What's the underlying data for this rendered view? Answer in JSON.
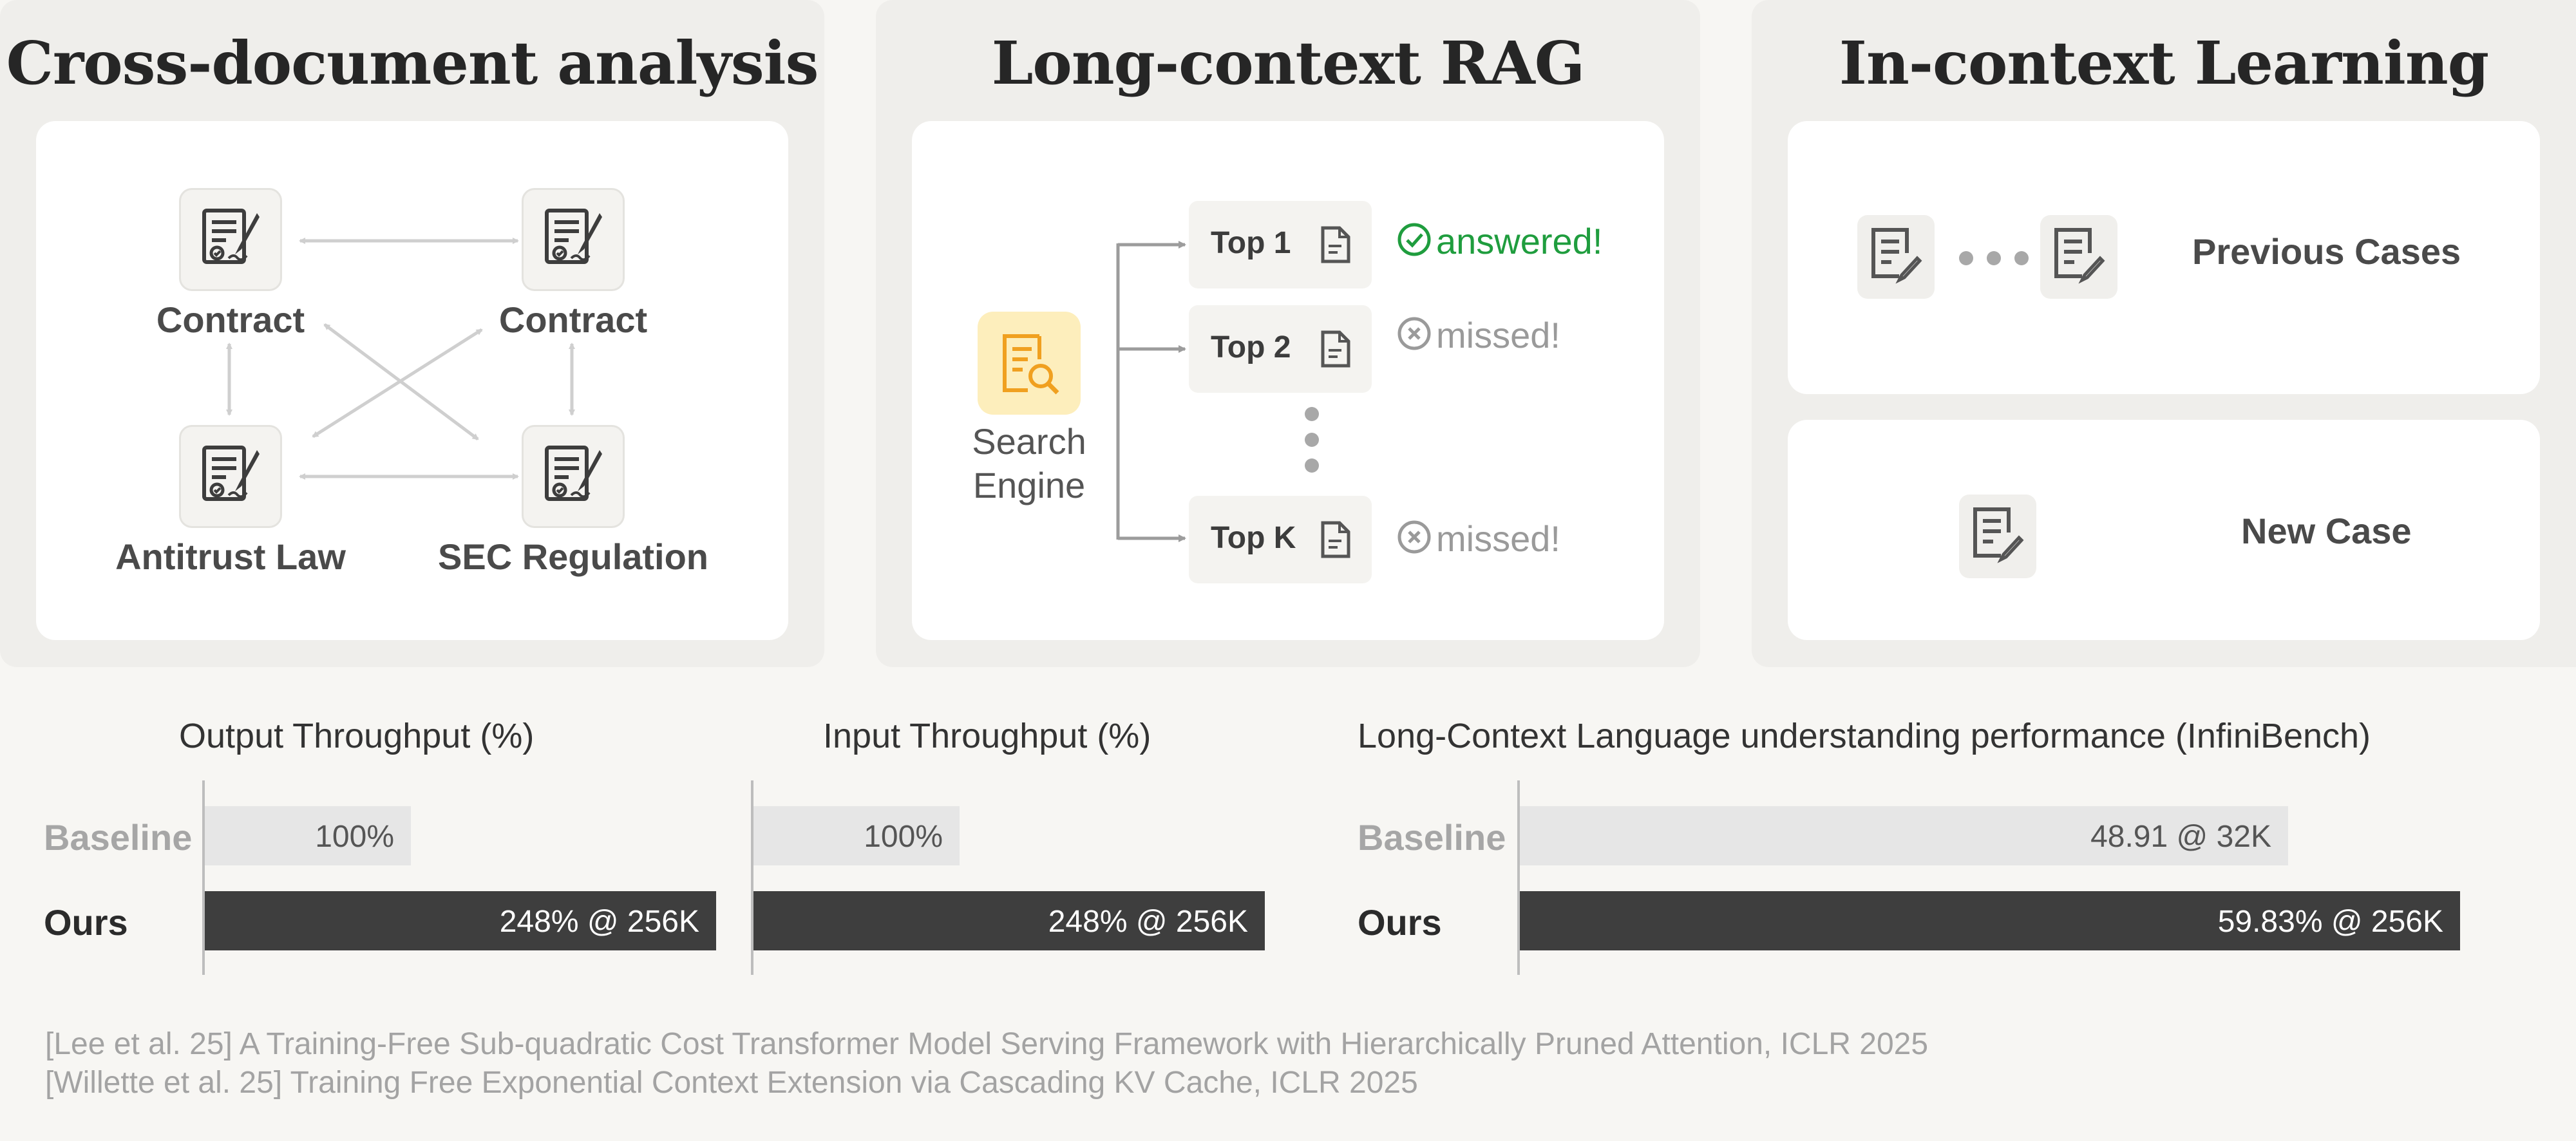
{
  "panels": {
    "cross_doc": {
      "title": "Cross-document analysis",
      "nodes": [
        "Contract",
        "Contract",
        "Antitrust Law",
        "SEC Regulation"
      ]
    },
    "rag": {
      "title": "Long-context RAG",
      "engine_line1": "Search",
      "engine_line2": "Engine",
      "results": [
        {
          "label": "Top 1",
          "status": "answered!"
        },
        {
          "label": "Top 2",
          "status": "missed!"
        },
        {
          "label": "Top K",
          "status": "missed!"
        }
      ]
    },
    "icl": {
      "title": "In-context Learning",
      "previous": "Previous Cases",
      "new": "New Case"
    }
  },
  "chart_data": [
    {
      "type": "bar",
      "title": "Output Throughput (%)",
      "categories": [
        "Baseline",
        "Ours"
      ],
      "values": [
        100,
        248
      ],
      "labels": [
        "100%",
        "248% @ 256K"
      ]
    },
    {
      "type": "bar",
      "title": "Input Throughput (%)",
      "categories": [
        "Baseline",
        "Ours"
      ],
      "values": [
        100,
        248
      ],
      "labels": [
        "100%",
        "248% @ 256K"
      ]
    },
    {
      "type": "bar",
      "title": "Long-Context Language understanding performance (InfiniBench)",
      "categories": [
        "Baseline",
        "Ours"
      ],
      "values": [
        48.91,
        59.83
      ],
      "labels": [
        "48.91 @ 32K",
        "59.83% @ 256K"
      ]
    }
  ],
  "references": [
    "[Lee et al. 25] A Training-Free Sub-quadratic Cost Transformer Model Serving Framework with Hierarchically Pruned Attention, ICLR 2025",
    "[Willette et al. 25] Training Free Exponential Context Extension via Cascading KV Cache, ICLR 2025"
  ],
  "colors": {
    "answered": "#1f9d3e",
    "missed": "#9a9a9a",
    "engine_bg": "#fdeebc",
    "engine_icon": "#f0a020",
    "bar_ours": "#3e3e3e",
    "bar_baseline": "#e6e6e6"
  },
  "icons": {
    "contract": "contract-sign-icon",
    "document": "document-icon",
    "search": "search-document-icon",
    "edit_doc": "edit-document-icon"
  }
}
